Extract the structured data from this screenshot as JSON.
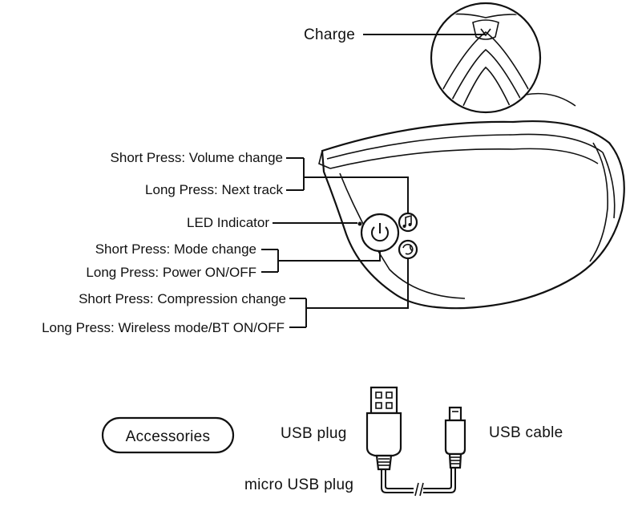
{
  "labels": {
    "charge": "Charge",
    "volume_short": "Short Press: Volume change",
    "volume_long": "Long Press: Next track",
    "led": "LED Indicator",
    "mode_short": "Short Press: Mode change",
    "mode_long": "Long Press: Power ON/OFF",
    "compression_short": "Short Press: Compression change",
    "compression_long": "Long Press: Wireless mode/BT ON/OFF"
  },
  "accessories": {
    "title": "Accessories",
    "usb_plug": "USB plug",
    "usb_cable": "USB cable",
    "micro_usb_plug": "micro USB plug"
  },
  "icons": {
    "power": "power-icon",
    "music": "music-note-icon",
    "compression": "rotate-icon",
    "led": "led-dot"
  }
}
